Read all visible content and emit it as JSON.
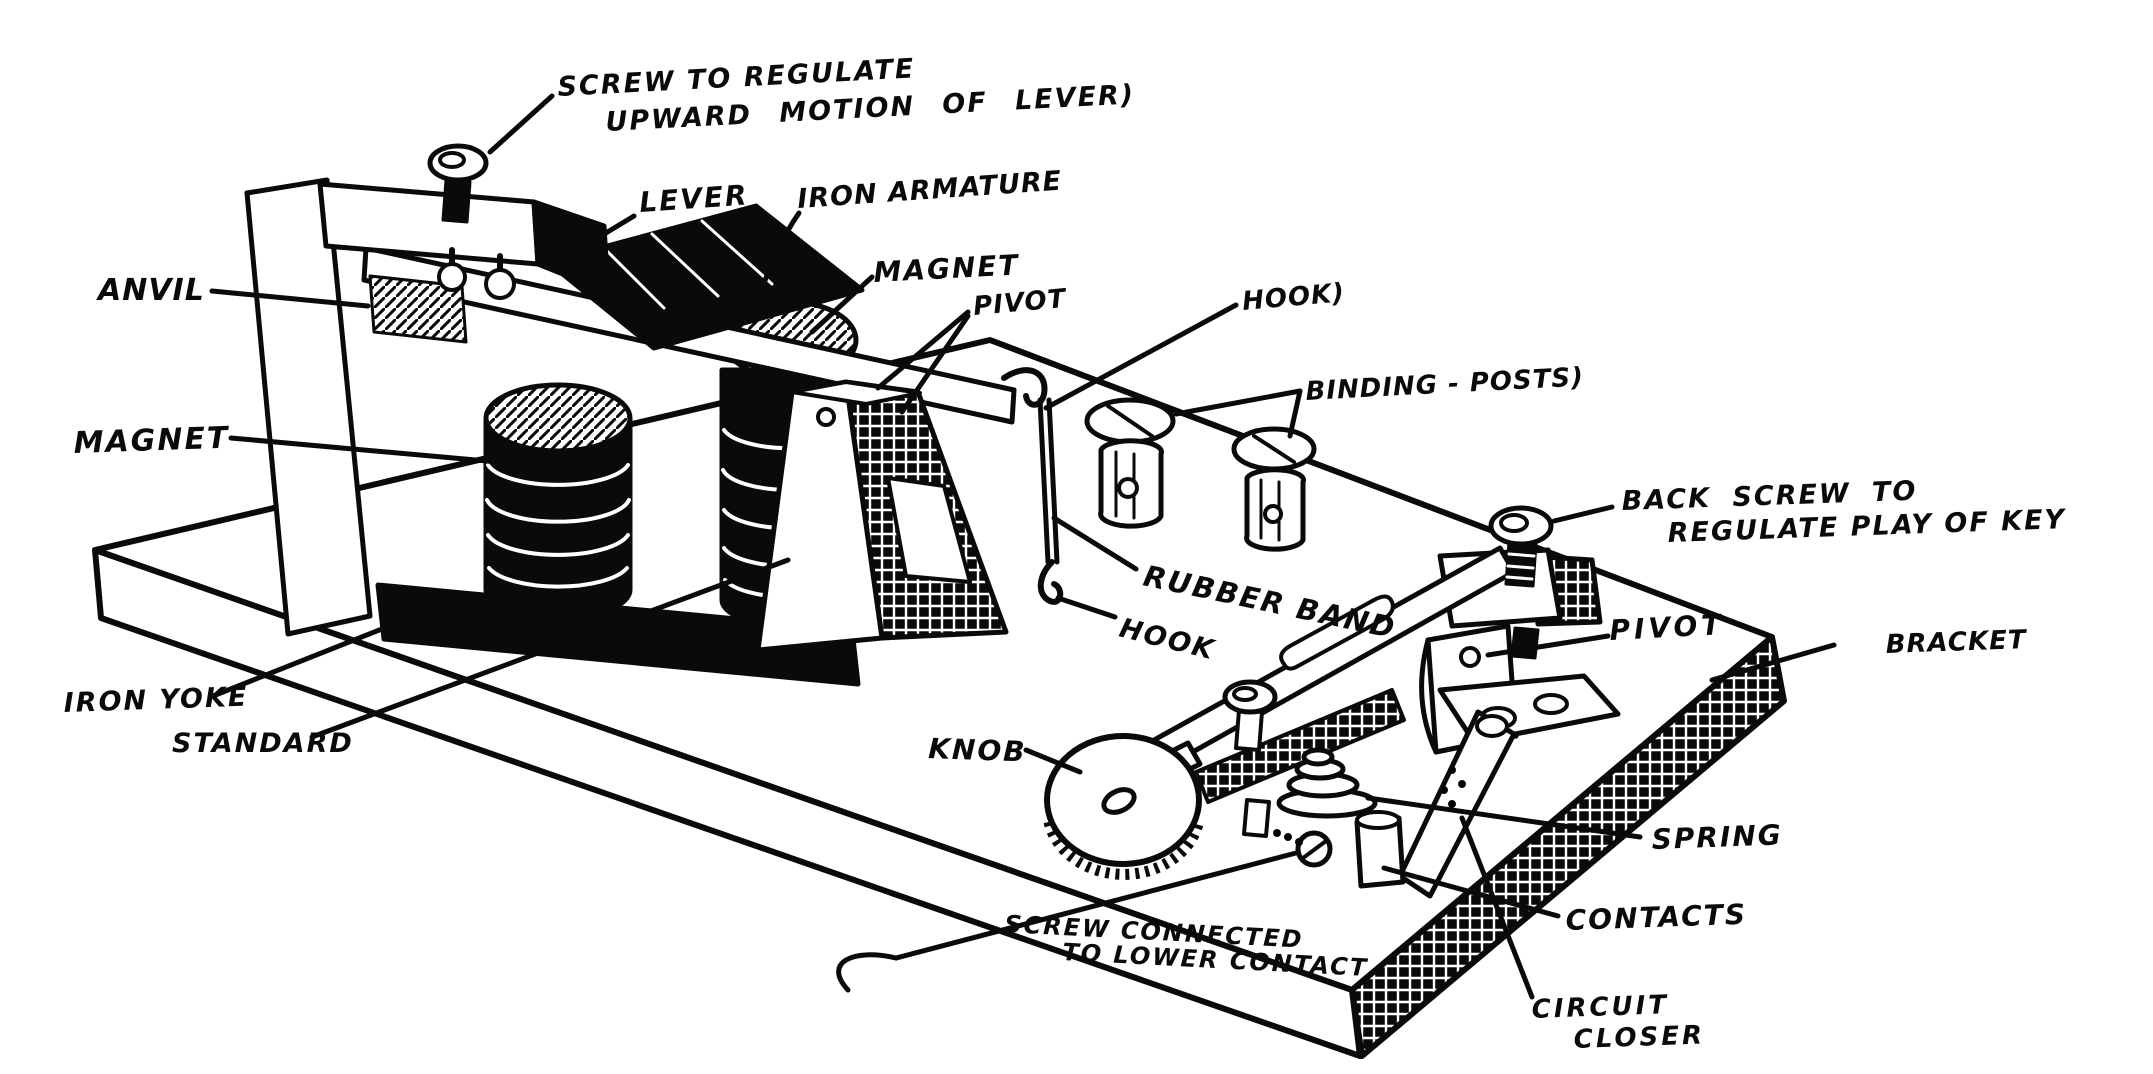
{
  "colors": {
    "ink": "#0a0a0a",
    "paper": "#ffffff"
  },
  "diagram": {
    "subject": "telegraph key and sounder",
    "labels": {
      "screw_regulate": {
        "line1": "SCREW TO REGULATE",
        "line2": "UPWARD MOTION OF LEVER)"
      },
      "lever": "LEVER",
      "iron_armature": "IRON ARMATURE",
      "magnet_upper": "MAGNET",
      "pivot_upper": "PIVOT",
      "hook_upper": "HOOK)",
      "binding_posts": "BINDING - POSTS)",
      "anvil": "ANVIL",
      "magnet_left": "MAGNET",
      "back_screw": {
        "line1": "BACK SCREW TO",
        "line2": "REGULATE PLAY OF KEY"
      },
      "rubber_band": "RUBBER BAND",
      "hook_lower": "HOOK",
      "iron_yoke": "IRON YOKE",
      "standard": "STANDARD",
      "knob": "KNOB",
      "pivot_lower": "PIVOT",
      "bracket": "BRACKET",
      "spring": "SPRING",
      "contacts": "CONTACTS",
      "screw_connected": {
        "line1": "SCREW CONNECTED",
        "line2": "TO LOWER CONTACT"
      },
      "circuit_closer": {
        "line1": "CIRCUIT",
        "line2": "CLOSER"
      }
    }
  }
}
